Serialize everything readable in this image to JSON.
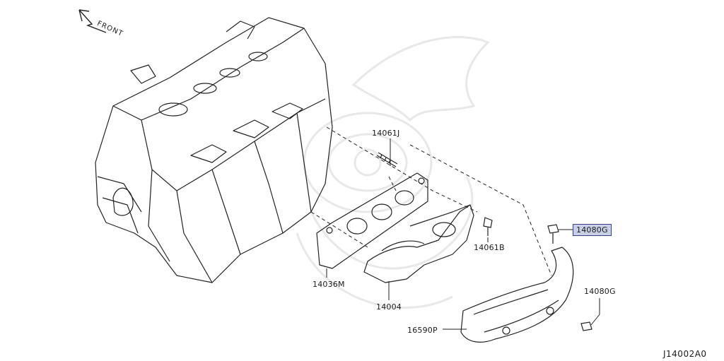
{
  "direction": {
    "label": "FRONT"
  },
  "parts": [
    {
      "id": "p1",
      "number": "14061J",
      "highlighted": false
    },
    {
      "id": "p2",
      "number": "14080G",
      "highlighted": true
    },
    {
      "id": "p3",
      "number": "14061B",
      "highlighted": false
    },
    {
      "id": "p4",
      "number": "14036M",
      "highlighted": false
    },
    {
      "id": "p5",
      "number": "14004",
      "highlighted": false
    },
    {
      "id": "p6",
      "number": "14080G",
      "highlighted": false
    },
    {
      "id": "p7",
      "number": "16590P",
      "highlighted": false
    }
  ],
  "diagram_id": "J14002A0",
  "colors": {
    "line": "#222222",
    "highlight_fill": "#c9cfe6",
    "highlight_border": "#35447a",
    "watermark": "#e6e6e6"
  }
}
